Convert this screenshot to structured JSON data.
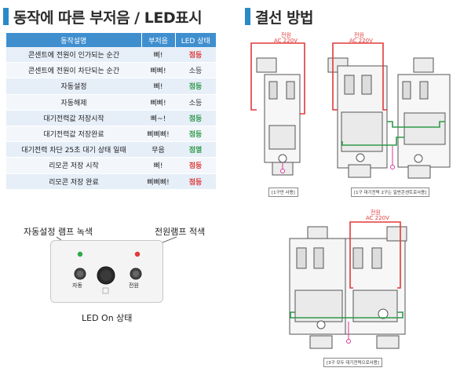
{
  "left_section": {
    "title": "동작에 따른 부저음 / LED표시",
    "table": {
      "headers": [
        "동작설명",
        "부저음",
        "LED 상태"
      ],
      "rows": [
        {
          "action": "콘센트에 전원이 인가되는 순간",
          "buzzer": "삐!",
          "led": "점등",
          "led_color": "#e03a3a"
        },
        {
          "action": "콘센트에 전원이 차단되는 순간",
          "buzzer": "삐삐!",
          "led": "소등",
          "led_color": "#333333"
        },
        {
          "action": "자동설정",
          "buzzer": "삐!",
          "led": "점등",
          "led_color": "#2f9a4a"
        },
        {
          "action": "자동해제",
          "buzzer": "삐삐!",
          "led": "소등",
          "led_color": "#333333"
        },
        {
          "action": "대기전력값 저장시작",
          "buzzer": "삐~!",
          "led": "점등",
          "led_color": "#2f9a4a"
        },
        {
          "action": "대기전력값 저장완료",
          "buzzer": "삐삐삐!",
          "led": "점등",
          "led_color": "#2f9a4a"
        },
        {
          "action": "대기전력 차단 25초 대기 상태 일때",
          "buzzer": "무음",
          "led": "점멸",
          "led_color": "#2f9a4a"
        },
        {
          "action": "리모콘 저장 시작",
          "buzzer": "삐!",
          "led": "점등",
          "led_color": "#e03a3a"
        },
        {
          "action": "리모콘 저장 완료",
          "buzzer": "삐삐삐!",
          "led": "점등",
          "led_color": "#e03a3a"
        }
      ]
    },
    "lamp": {
      "green_label": "자동설정 램프 녹색",
      "red_label": "전원램프 적색",
      "auto_label": "자동",
      "power_label": "전원",
      "caption": "LED On 상태"
    }
  },
  "right_section": {
    "title": "결선 방법",
    "diagrams": [
      {
        "power_label": "전원",
        "voltage": "AC 220V",
        "caption": "[1구만 사용]"
      },
      {
        "power_label": "전원",
        "voltage": "AC 220V",
        "caption": "[1구 대기전력 2구는 일반콘센트로사용]"
      },
      {
        "power_label": "전원",
        "voltage": "AC 220V",
        "caption": "[3구 모두 대기전력으로사용]"
      }
    ]
  },
  "colors": {
    "accent": "#3f8fcf",
    "wire_red": "#e03a3a",
    "wire_green": "#2f9a4a"
  }
}
